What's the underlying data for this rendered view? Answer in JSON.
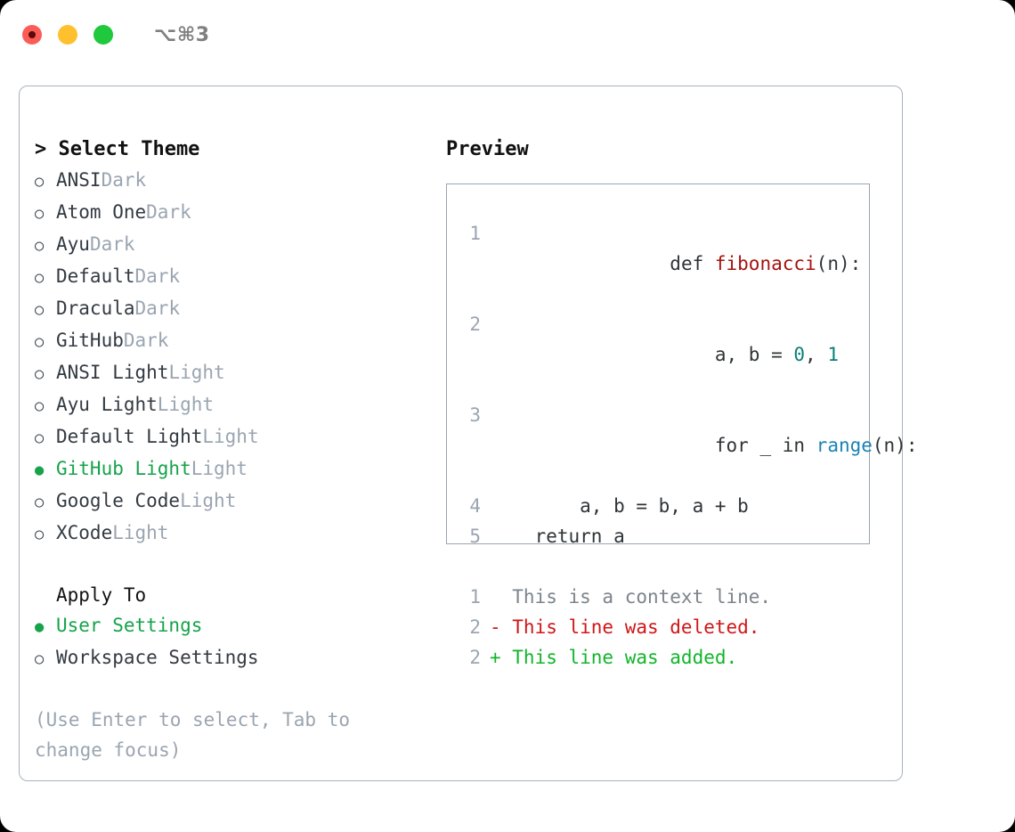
{
  "titlebar": {
    "shortcut": "⌥⌘3",
    "buttons": [
      {
        "name": "close",
        "color": "#fc5c56"
      },
      {
        "name": "minimize",
        "color": "#ffc02e"
      },
      {
        "name": "maximize",
        "color": "#1fc83c"
      }
    ]
  },
  "theme_list": {
    "header": "> Select Theme",
    "prompt": ">",
    "selected_marker": "●",
    "unselected_marker": "○",
    "items": [
      {
        "name": "ANSI",
        "variant": "Dark",
        "selected": false
      },
      {
        "name": "Atom One",
        "variant": "Dark",
        "selected": false
      },
      {
        "name": "Ayu",
        "variant": "Dark",
        "selected": false
      },
      {
        "name": "Default",
        "variant": "Dark",
        "selected": false
      },
      {
        "name": "Dracula",
        "variant": "Dark",
        "selected": false
      },
      {
        "name": "GitHub",
        "variant": "Dark",
        "selected": false
      },
      {
        "name": "ANSI Light",
        "variant": "Light",
        "selected": false
      },
      {
        "name": "Ayu Light",
        "variant": "Light",
        "selected": false
      },
      {
        "name": "Default Light",
        "variant": "Light",
        "selected": false
      },
      {
        "name": "GitHub Light",
        "variant": "Light",
        "selected": true
      },
      {
        "name": "Google Code",
        "variant": "Light",
        "selected": false
      },
      {
        "name": "XCode",
        "variant": "Light",
        "selected": false
      }
    ]
  },
  "apply_to": {
    "header": "Apply To",
    "items": [
      {
        "name": "User Settings",
        "selected": true
      },
      {
        "name": "Workspace Settings",
        "selected": false
      }
    ]
  },
  "hint": "(Use Enter to select, Tab to change focus)",
  "preview": {
    "title": "Preview",
    "code_lines": [
      {
        "lineno": "1",
        "tokens": [
          {
            "text": "def ",
            "type": "plain"
          },
          {
            "text": "fibonacci",
            "type": "fn"
          },
          {
            "text": "(n):",
            "type": "plain"
          }
        ]
      },
      {
        "lineno": "2",
        "tokens": [
          {
            "text": "    a, b = ",
            "type": "plain"
          },
          {
            "text": "0",
            "type": "num"
          },
          {
            "text": ", ",
            "type": "plain"
          },
          {
            "text": "1",
            "type": "num"
          }
        ]
      },
      {
        "lineno": "3",
        "tokens": [
          {
            "text": "    for _ in ",
            "type": "plain"
          },
          {
            "text": "range",
            "type": "call"
          },
          {
            "text": "(n):",
            "type": "plain"
          }
        ]
      },
      {
        "lineno": "4",
        "tokens": [
          {
            "text": "        a, b = b, a + b",
            "type": "plain"
          }
        ]
      },
      {
        "lineno": "5",
        "tokens": [
          {
            "text": "    return a",
            "type": "plain"
          }
        ]
      }
    ],
    "diff_lines": [
      {
        "lineno": "1",
        "marker": " ",
        "text": "  This is a context line.",
        "kind": "ctx"
      },
      {
        "lineno": "2",
        "marker": "-",
        "text": "- This line was deleted.",
        "kind": "del"
      },
      {
        "lineno": "2",
        "marker": "+",
        "text": "+ This line was added.",
        "kind": "add"
      }
    ]
  },
  "colors": {
    "accent_green": "#16a34a",
    "muted": "#9aa5b1",
    "border": "#a8b2bf",
    "code_fn": "#a5120f",
    "code_num": "#0a7f78",
    "code_call": "#1a83b6",
    "diff_delete": "#d01616",
    "diff_add": "#11b52a"
  }
}
